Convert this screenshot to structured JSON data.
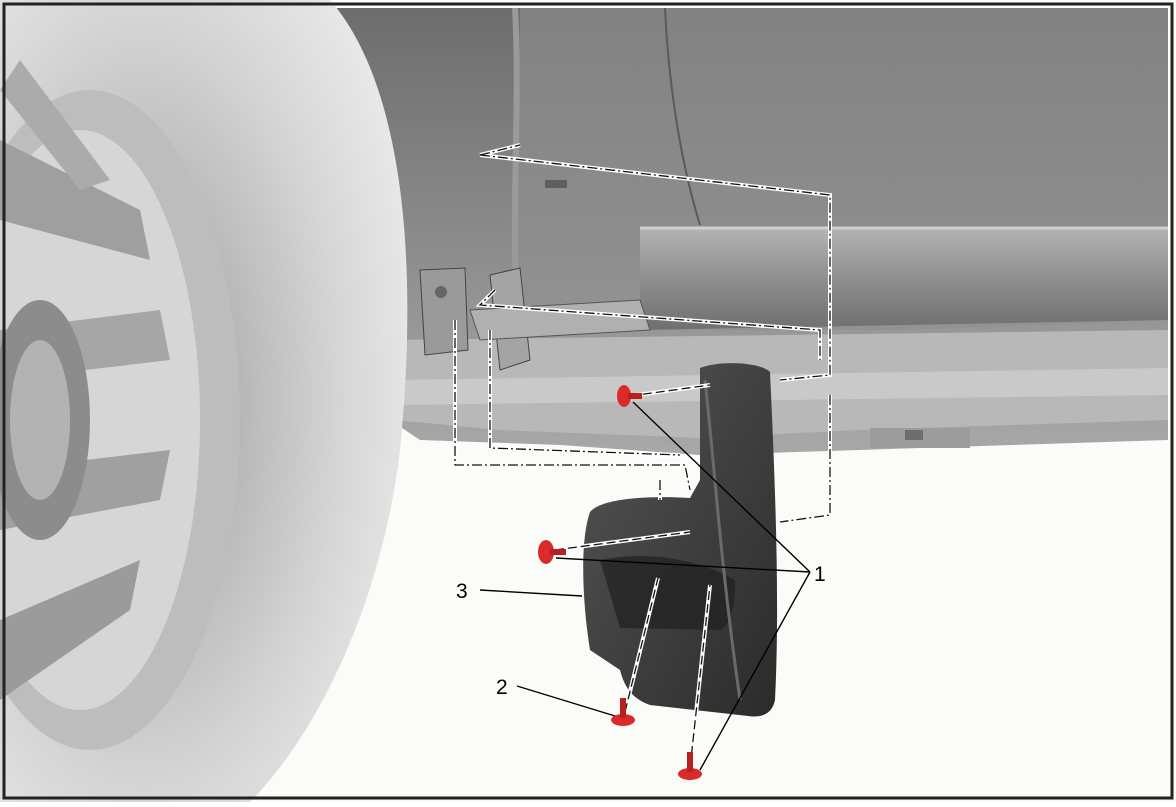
{
  "diagram": {
    "callouts": [
      {
        "id": "1",
        "label": "1"
      },
      {
        "id": "2",
        "label": "2"
      },
      {
        "id": "3",
        "label": "3"
      }
    ],
    "colors": {
      "fastener": "#d92b2b",
      "mud_flap": "#3a3a3a",
      "body": "#a6a6a6",
      "tire": "#c8c8c8",
      "background": "#fbfbf7"
    }
  }
}
